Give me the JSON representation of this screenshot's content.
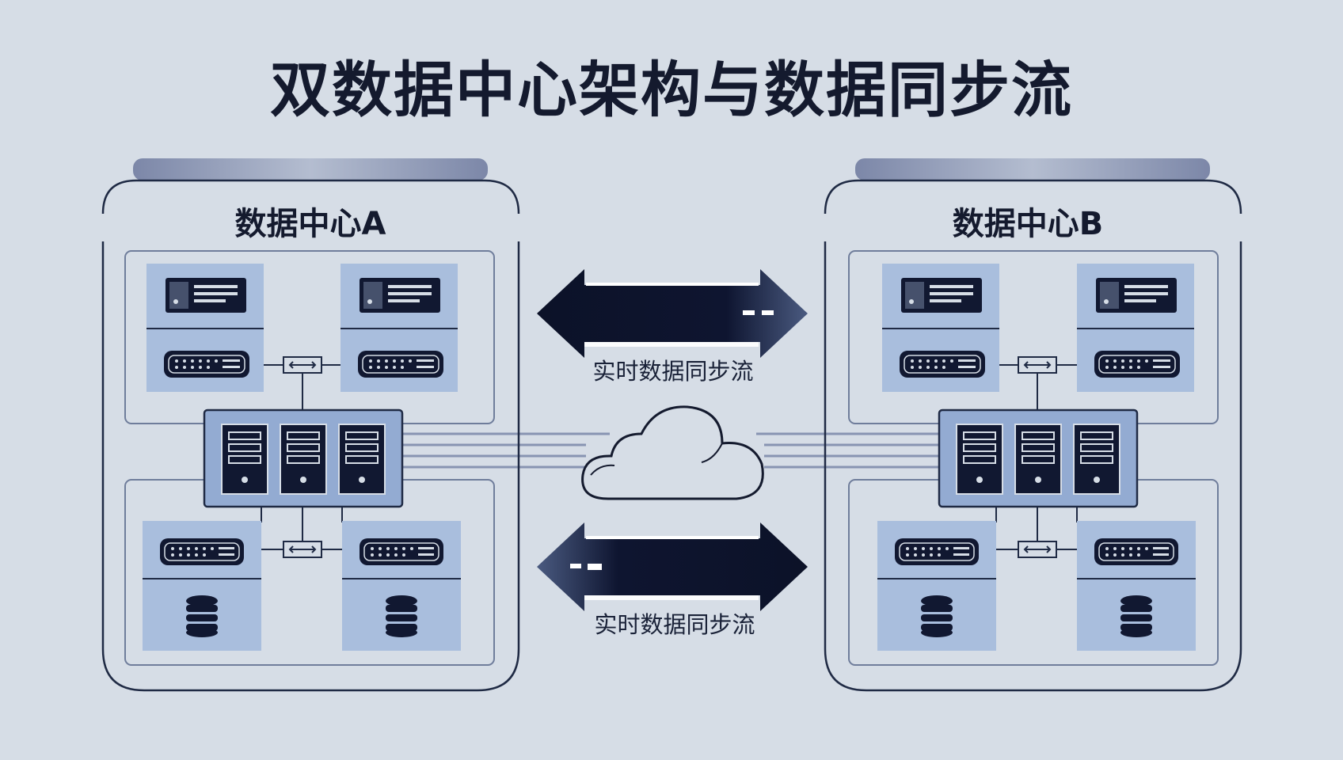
{
  "page": {
    "title": "双数据中心架构与数据同步流"
  },
  "datacenters": [
    {
      "id": "a",
      "label": "数据中心A"
    },
    {
      "id": "b",
      "label": "数据中心B"
    }
  ],
  "flows": [
    {
      "label": "实时数据同步流",
      "direction": "bidirectional"
    },
    {
      "label": "实时数据同步流",
      "direction": "bidirectional"
    }
  ],
  "icons": [
    "server-icon",
    "switch-icon",
    "network-device-icon",
    "server-rack-icon",
    "database-icon",
    "cloud-icon",
    "bidirectional-arrow-icon"
  ],
  "colors": {
    "background": "#d6dde6",
    "panel": "#a9bedd",
    "rack": "#93abd2",
    "dark": "#111831",
    "outline": "#1f2a44"
  }
}
